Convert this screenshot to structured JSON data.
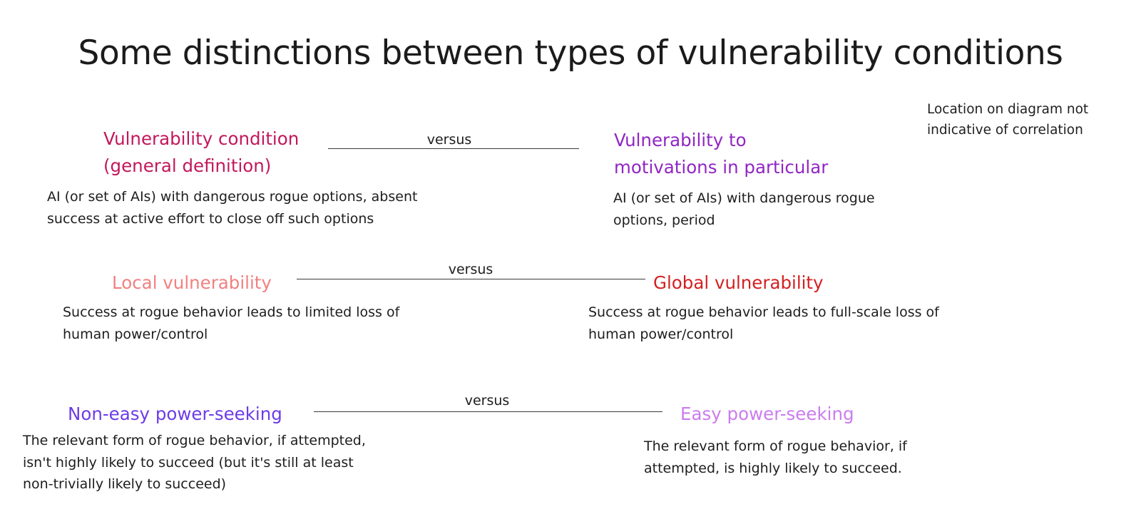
{
  "page": {
    "title": "Some distinctions between types of vulnerability conditions",
    "background_color": "#ffffff",
    "note": "Location on diagram not indicative of correlation"
  },
  "connector_label": "versus",
  "rows": [
    {
      "id": "vulnerability-condition",
      "left": {
        "term": "Vulnerability condition\n(general definition)",
        "color": "#c2185b",
        "description": "AI (or set of AIs) with dangerous rogue options, absent success at active effort to close off such options"
      },
      "right": {
        "term": "Vulnerability to\nmotivations in particular",
        "color": "#9126c4",
        "description": "AI (or set of AIs) with dangerous rogue options, period"
      },
      "versus": "versus"
    },
    {
      "id": "local-vs-global",
      "left": {
        "term": "Local vulnerability",
        "color": "#f28080",
        "description": "Success at rogue behavior leads to limited loss of human power/control"
      },
      "right": {
        "term": "Global vulnerability",
        "color": "#d32121",
        "description": "Success at rogue behavior leads to full-scale loss of human power/control"
      },
      "versus": "versus"
    },
    {
      "id": "power-seeking-ease",
      "left": {
        "term": "Non-easy power-seeking",
        "color": "#6c3ce8",
        "description": "The relevant form of rogue behavior, if attempted, isn't highly likely to succeed (but it's still at least non-trivially likely to succeed)"
      },
      "right": {
        "term": "Easy power-seeking",
        "color": "#cb7cf0",
        "description": "The relevant form of rogue behavior, if attempted, is highly likely to succeed."
      },
      "versus": "versus"
    }
  ]
}
